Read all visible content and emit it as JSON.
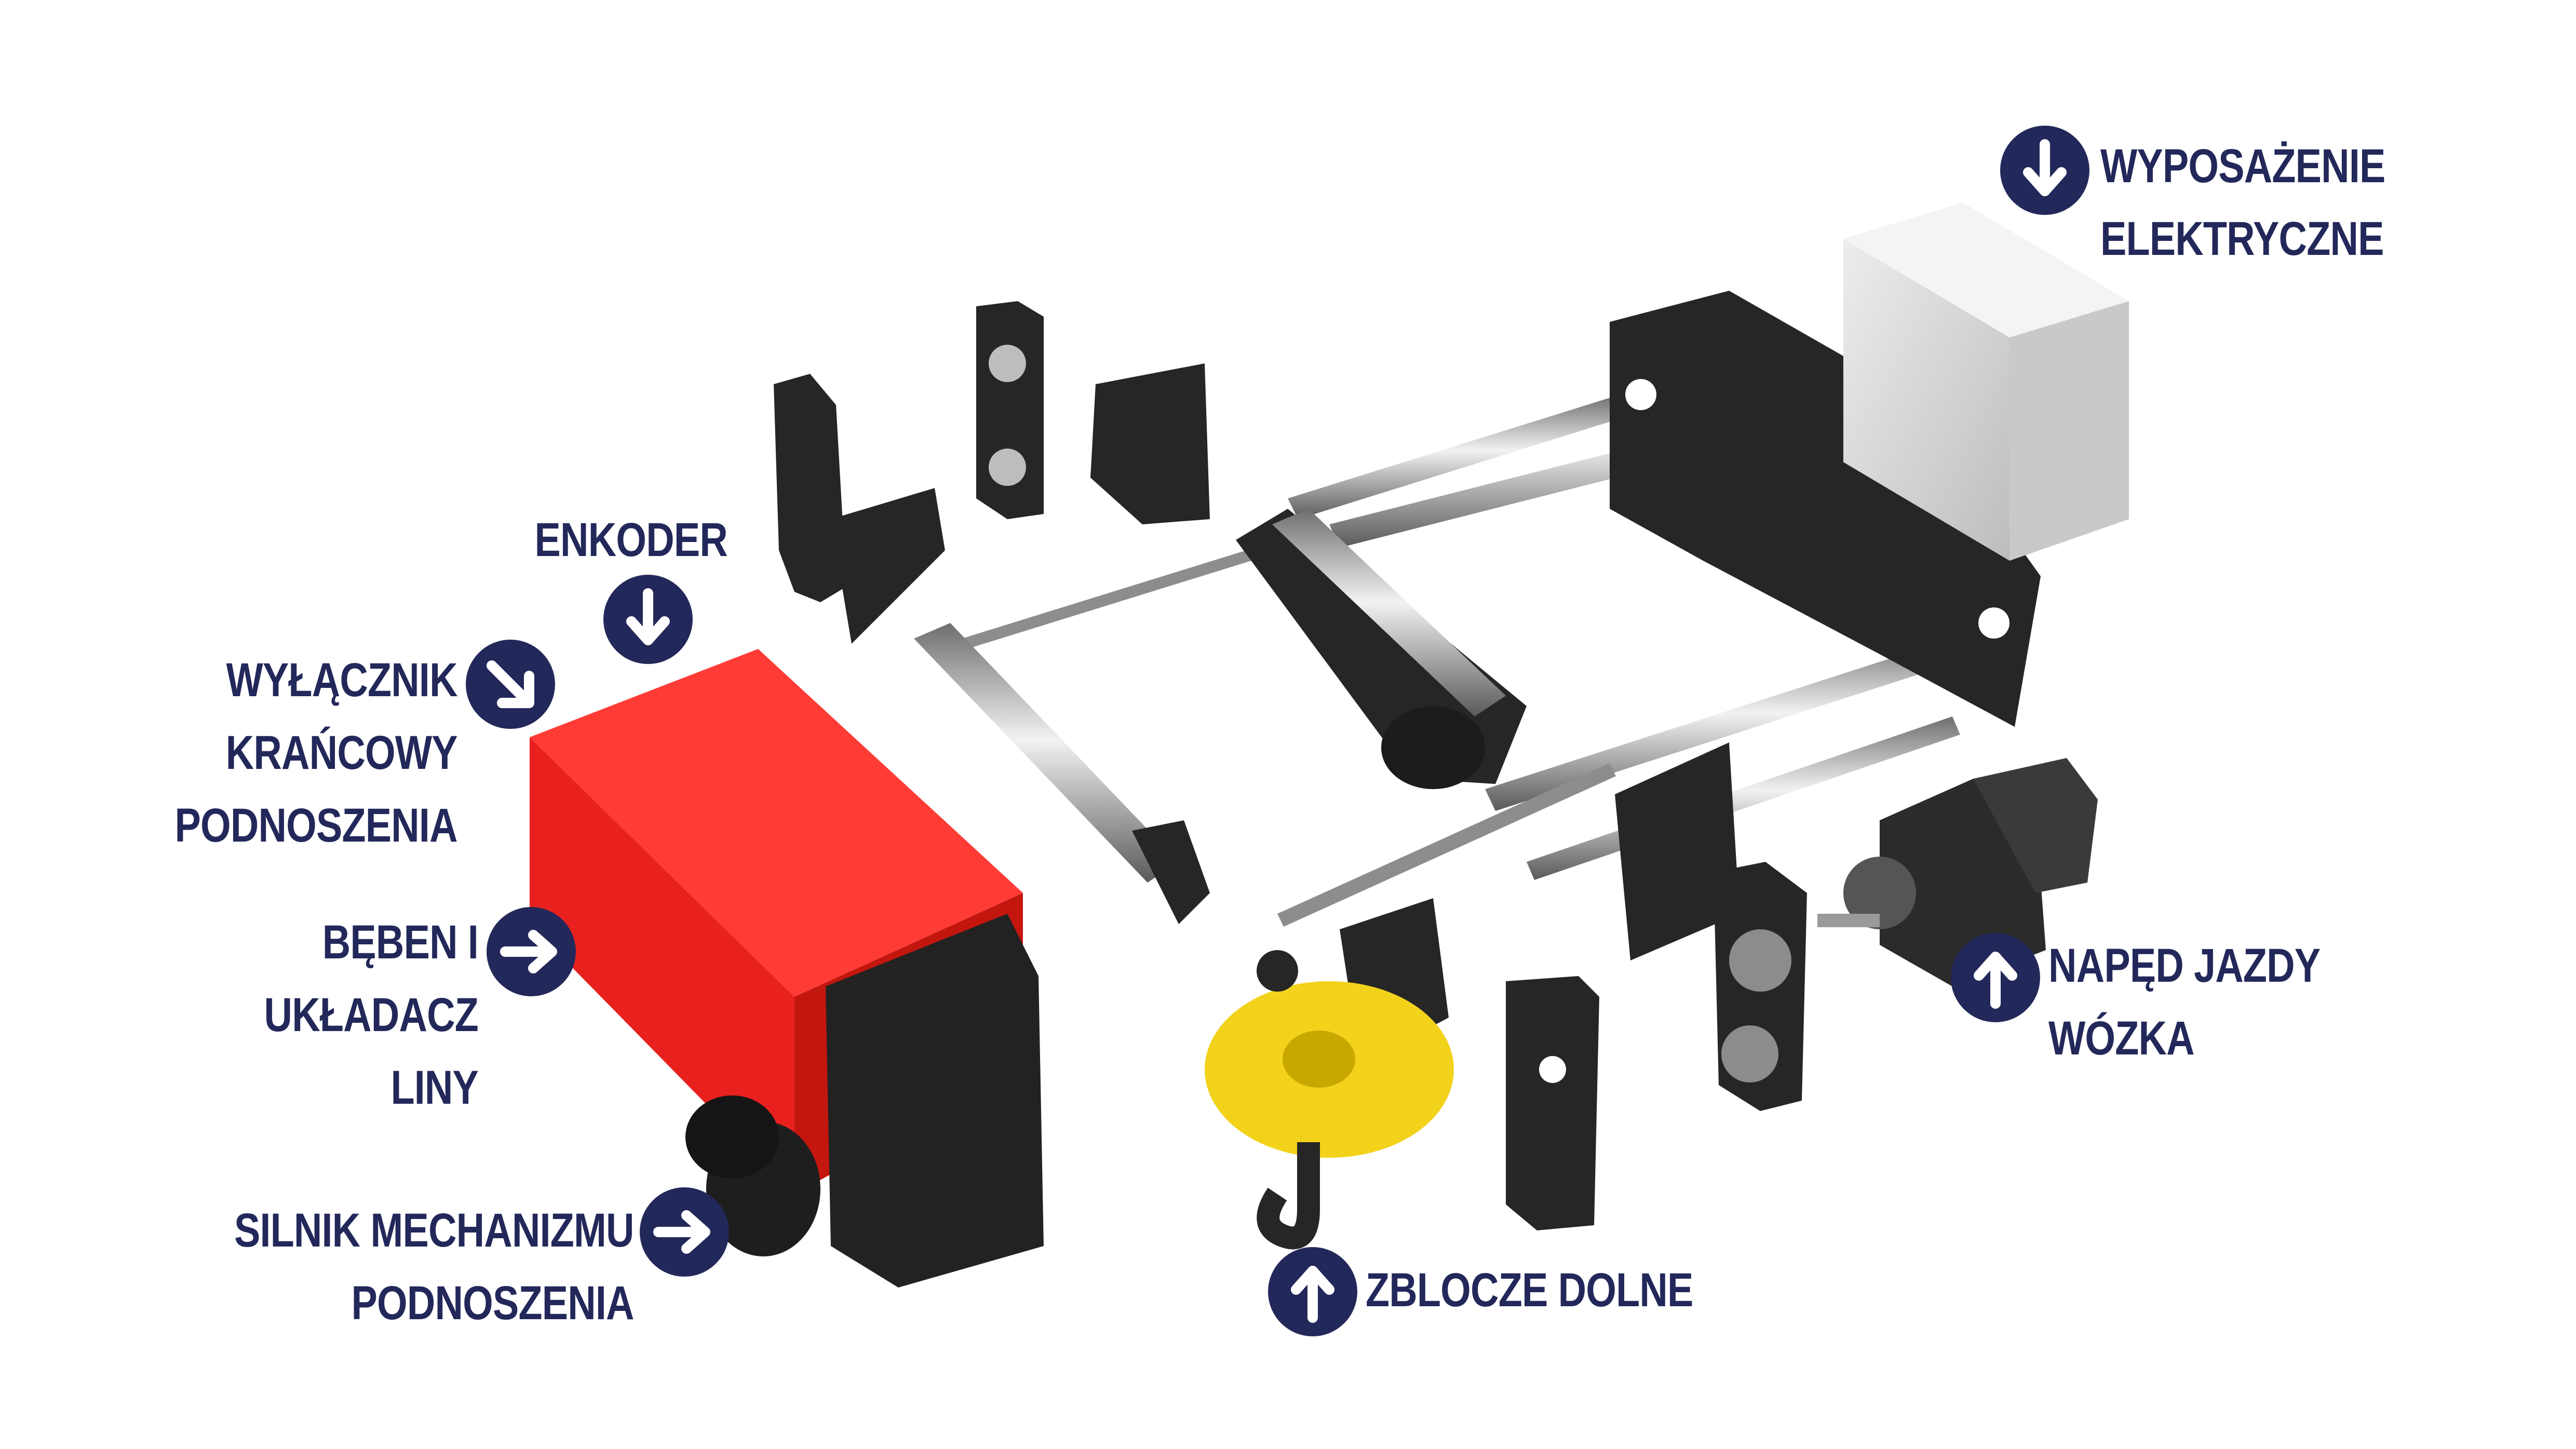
{
  "colors": {
    "label": "#23285a",
    "icon_circle": "#23285a",
    "icon_arrow": "#ffffff",
    "hoist_red": "#e8211f",
    "frame_black": "#2a2a2a",
    "hook_yellow": "#f2d21a",
    "cabinet_grey": "#dcdcdc",
    "rod_steel": "#a9a9a9"
  },
  "labels": {
    "electrical": {
      "line1": "WYPOSAŻENIE",
      "line2": "ELEKTRYCZNE",
      "arrow": "down"
    },
    "encoder": {
      "line1": "ENKODER",
      "arrow": "down"
    },
    "limit_switch": {
      "line1": "WYŁĄCZNIK",
      "line2": "KRAŃCOWY",
      "line3": "PODNOSZENIA",
      "arrow": "down-right"
    },
    "drum": {
      "line1": "BĘBEN I",
      "line2": "UKŁADACZ",
      "line3": "LINY",
      "arrow": "right"
    },
    "hoist_motor": {
      "line1": "SILNIK MECHANIZMU",
      "line2": "PODNOSZENIA",
      "arrow": "right"
    },
    "trolley_drive": {
      "line1": "NAPĘD JAZDY",
      "line2": "WÓZKA",
      "arrow": "up"
    },
    "bottom_block": {
      "line1": "ZBLOCZE DOLNE",
      "arrow": "up"
    }
  }
}
